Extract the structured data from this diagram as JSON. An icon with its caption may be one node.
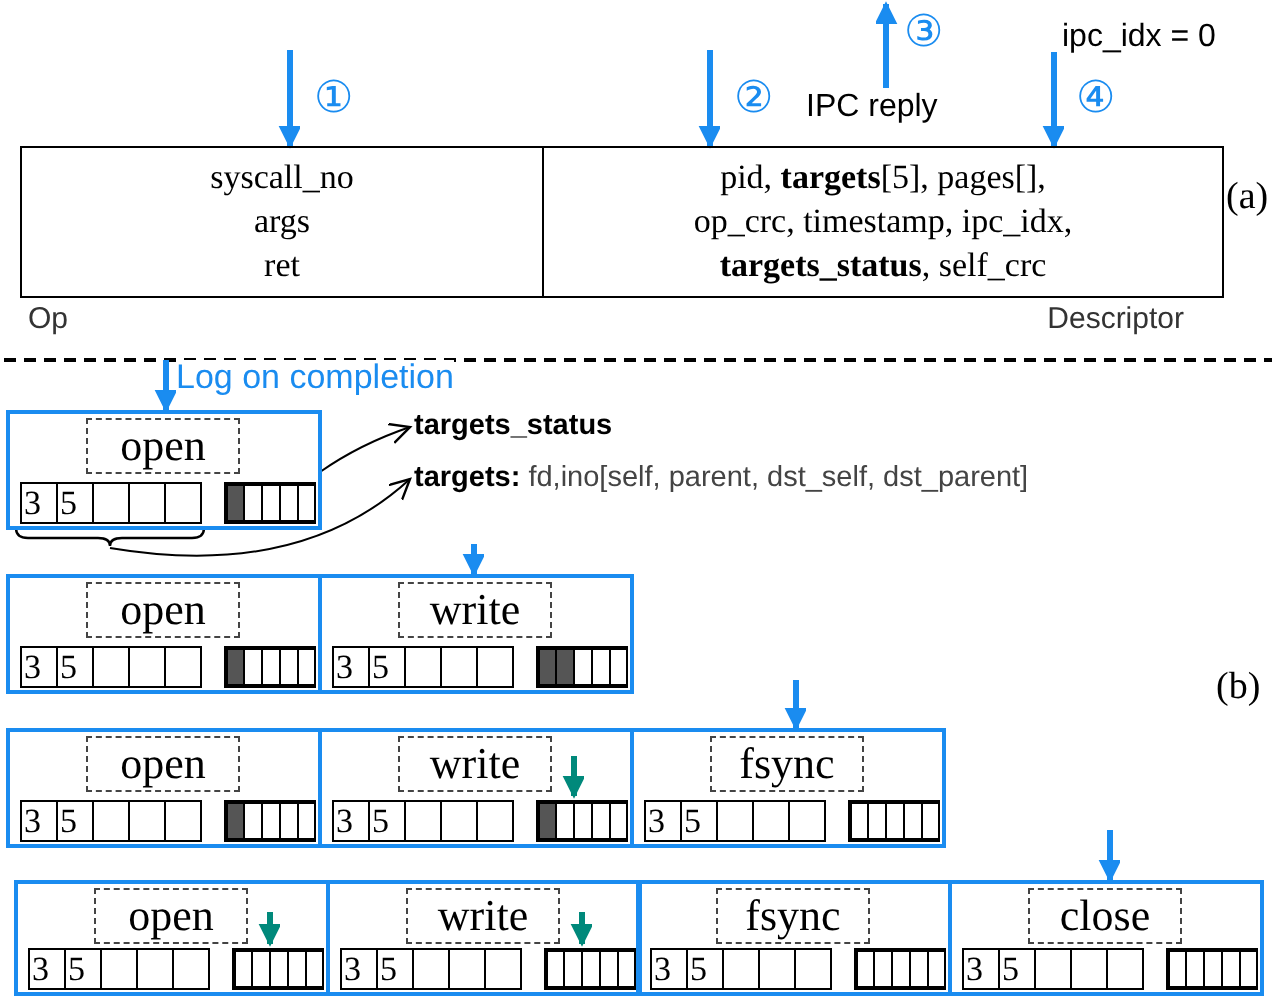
{
  "diagram": {
    "nodes": [
      {
        "text": [
          "syscall_no",
          "args",
          "ret"
        ],
        "beside": [
          "Op"
        ]
      },
      {
        "text": [
          "pid, **targets**[5], pages[], op_crc, timestamp, ipc_idx, **targets_status**, self_crc"
        ],
        "beside": [
          "Descriptor"
        ]
      },
      {
        "text": [
          "3",
          "5"
        ]
      },
      {
        "text": [
          "open"
        ],
        "in": 2
      },
      {
        "text": [
          "targets_status"
        ]
      },
      {
        "text": [
          "**targets:** fd,ino[self, parent, dst_self, dst_parent]"
        ]
      },
      {
        "text": [
          "3",
          "5"
        ]
      },
      {
        "text": [
          "open"
        ],
        "in": 6
      },
      {
        "text": [
          "3",
          "5"
        ]
      },
      {
        "text": [
          "write"
        ],
        "in": 8
      },
      {
        "text": [
          "3",
          "5"
        ]
      },
      {
        "text": [
          "open"
        ],
        "in": 10
      },
      {
        "text": [
          "3",
          "5"
        ]
      },
      {
        "text": [
          "write"
        ],
        "in": 12
      },
      {
        "text": [
          "3",
          "5"
        ]
      },
      {
        "text": [
          "fsync"
        ],
        "in": 14
      },
      {
        "text": [
          "3",
          "5"
        ]
      },
      {
        "text": [
          "open"
        ],
        "in": 16
      },
      {
        "text": [
          "3",
          "5"
        ]
      },
      {
        "text": [
          "write"
        ],
        "in": 18
      },
      {
        "text": [
          "3",
          "5"
        ]
      },
      {
        "text": [
          "fsync"
        ],
        "in": 20
      },
      {
        "text": [
          "3",
          "5"
        ]
      },
      {
        "text": [
          "close"
        ],
        "in": 22
      },
      {
        "text": [
          "IPC reply"
        ]
      },
      {
        "text": [
          "ipc_idx = 0"
        ]
      }
    ],
    "edges": [
      {
        "from": null,
        "to": 0,
        "arrow": "to",
        "label": "①"
      },
      {
        "from": null,
        "to": 1,
        "arrow": "to",
        "label": "②"
      },
      {
        "from": 24,
        "to": null,
        "arrow": "to",
        "label": "③"
      },
      {
        "from": 25,
        "to": 1,
        "arrow": "to",
        "label": "④"
      },
      {
        "from": null,
        "to": 2,
        "arrow": "to",
        "label": "Log on completion"
      },
      {
        "from": 2,
        "to": 4,
        "arrow": "to",
        "color": "#000000"
      },
      {
        "from": 2,
        "to": 5,
        "arrow": "to",
        "color": "#000000"
      },
      {
        "from": null,
        "to": 8,
        "arrow": "to"
      },
      {
        "from": null,
        "to": 14,
        "arrow": "to"
      },
      {
        "from": null,
        "to": 22,
        "arrow": "to"
      },
      {
        "from": 13,
        "to": 12,
        "arrow": "to",
        "color": "#00897b"
      },
      {
        "from": 17,
        "to": 16,
        "arrow": "to",
        "color": "#00897b"
      },
      {
        "from": 19,
        "to": 18,
        "arrow": "to",
        "color": "#00897b"
      }
    ],
    "labels": [
      "(a)",
      "(b)"
    ]
  }
}
